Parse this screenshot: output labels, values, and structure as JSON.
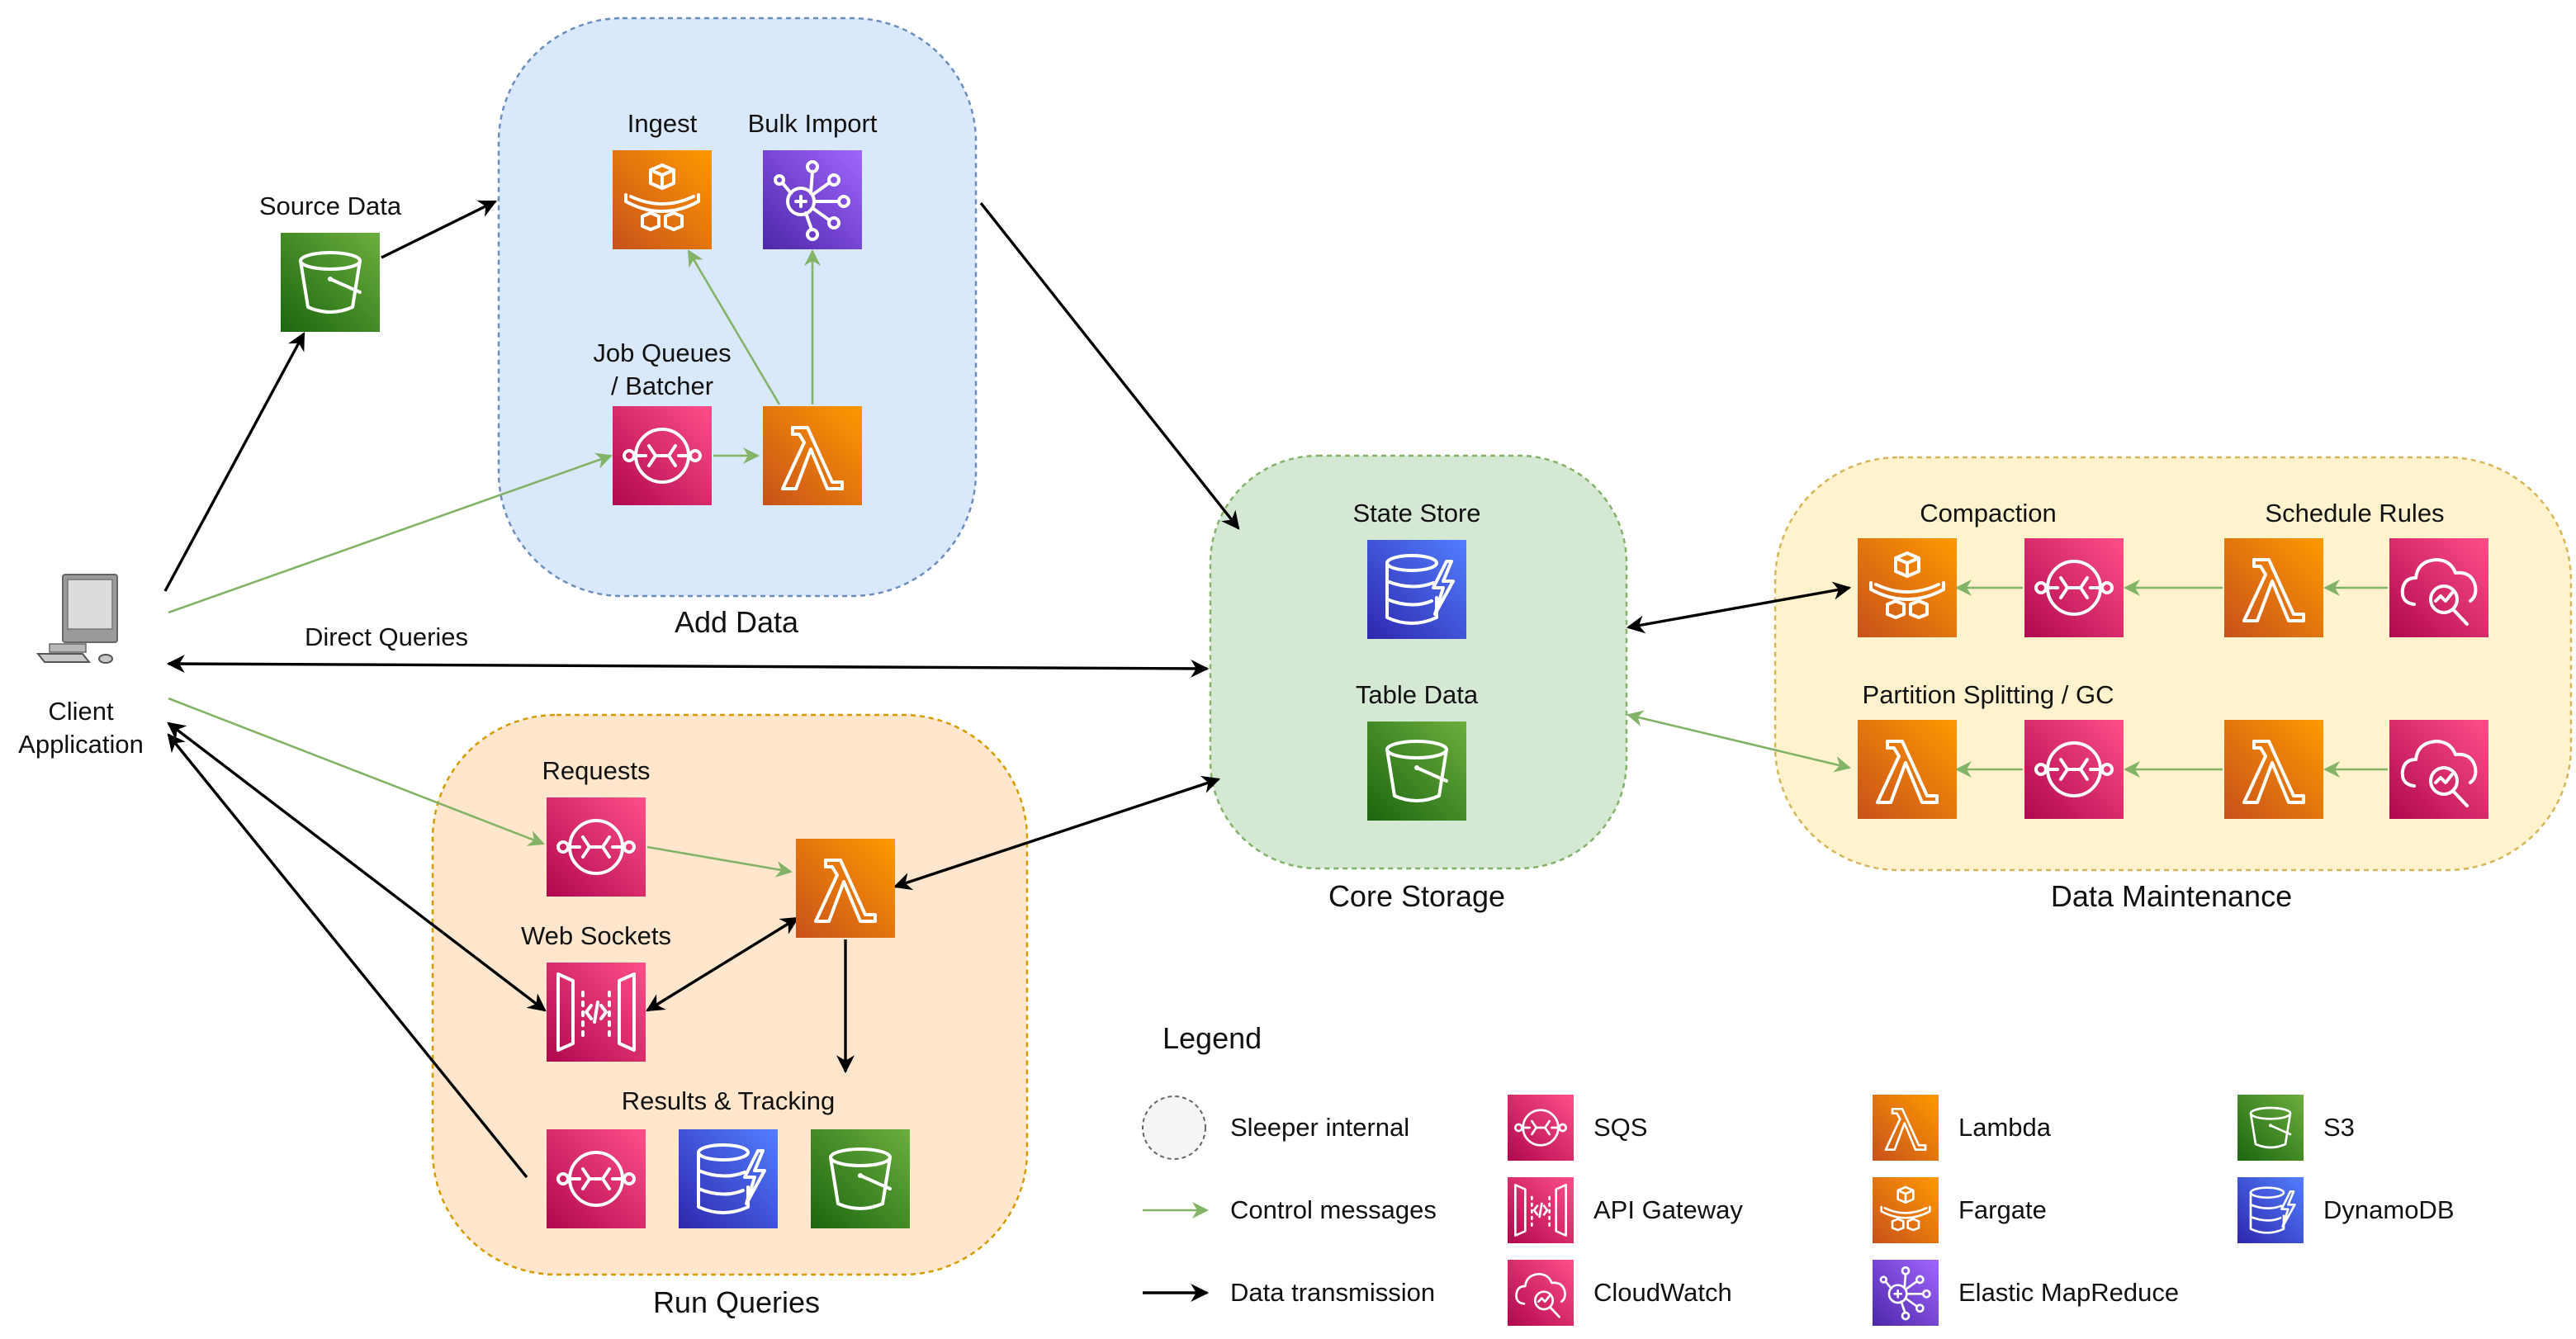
{
  "groups": {
    "add_data": "Add Data",
    "core_storage": "Core Storage",
    "run_queries": "Run Queries",
    "data_maintenance": "Data Maintenance"
  },
  "nodes": {
    "source_data": "Source Data",
    "ingest": "Ingest",
    "bulk_import": "Bulk Import",
    "job_queues_line1": "Job Queues",
    "job_queues_line2": "/ Batcher",
    "client_line1": "Client",
    "client_line2": "Application",
    "direct_queries": "Direct Queries",
    "state_store": "State Store",
    "table_data": "Table Data",
    "compaction": "Compaction",
    "schedule_rules": "Schedule Rules",
    "partition_splitting": "Partition Splitting / GC",
    "requests": "Requests",
    "web_sockets": "Web Sockets",
    "results_tracking": "Results & Tracking"
  },
  "legend": {
    "title": "Legend",
    "sleeper_internal": "Sleeper internal",
    "control_messages": "Control messages",
    "data_transmission": "Data transmission",
    "sqs": "SQS",
    "api_gateway": "API Gateway",
    "cloudwatch": "CloudWatch",
    "lambda": "Lambda",
    "fargate": "Fargate",
    "emr": "Elastic MapReduce",
    "s3": "S3",
    "dynamodb": "DynamoDB"
  },
  "colors": {
    "add_data_fill": "#dae8fc",
    "add_data_border": "#6c8ebf",
    "core_storage_fill": "#d5e8d4",
    "core_storage_border": "#82b366",
    "run_queries_fill": "#ffe6cc",
    "run_queries_border": "#d79b00",
    "data_maintenance_fill": "#fff2cc",
    "data_maintenance_border": "#d6b656",
    "control_arrow": "#82b366",
    "data_arrow": "#000000",
    "s3": "#3f8624",
    "sqs": "#e7157b",
    "lambda": "#ed7100",
    "emr": "#8c4fff",
    "dynamodb": "#3b48cc"
  }
}
